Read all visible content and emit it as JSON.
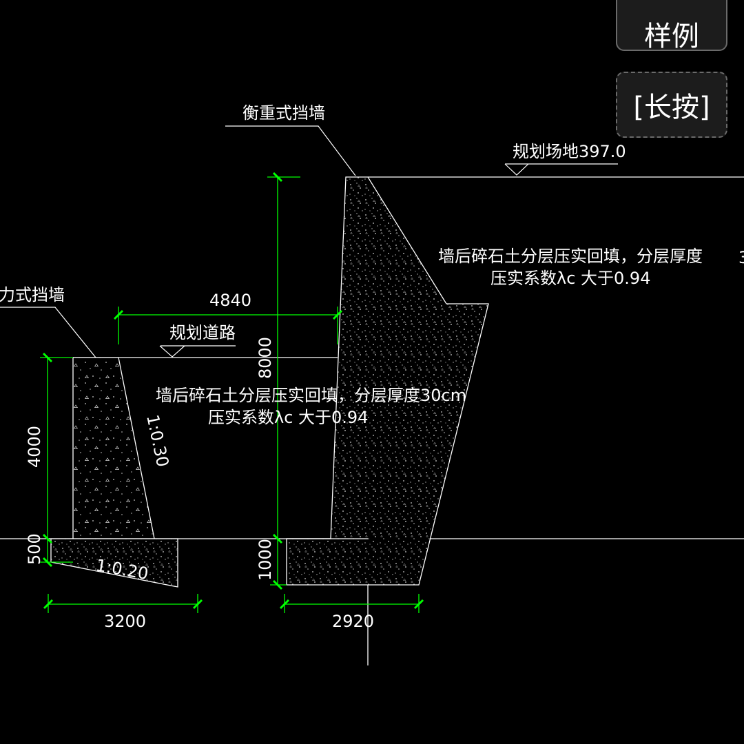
{
  "drawing": {
    "labels": {
      "balance_wall": "衡重式挡墙",
      "gravity_wall": "力式挡墙",
      "planned_site": "规划场地397.0",
      "planned_road": "规划道路",
      "backfill_upper_line1": "墙后碎石土分层压实回填，分层厚度",
      "backfill_upper_line2": "压实系数λc 大于0.94",
      "backfill_lower_line1": "墙后碎石土分层压实回填，分层厚度30cm",
      "backfill_lower_line2": "压实系数λc 大于0.94",
      "slope_1": "1:0.30",
      "slope_2": "1:0.20",
      "edge_fragment": "3"
    },
    "dimensions": {
      "width_top": "4840",
      "height_total": "8000",
      "height_left": "4000",
      "footing_left": "500",
      "footing_right": "1000",
      "base_left": "3200",
      "base_right": "2920"
    },
    "colors": {
      "background": "#000000",
      "lines": "#ffffff",
      "dimension_lines": "#00ff00"
    }
  },
  "buttons": {
    "legend_label": "样例",
    "longpress_label": "[长按]"
  }
}
